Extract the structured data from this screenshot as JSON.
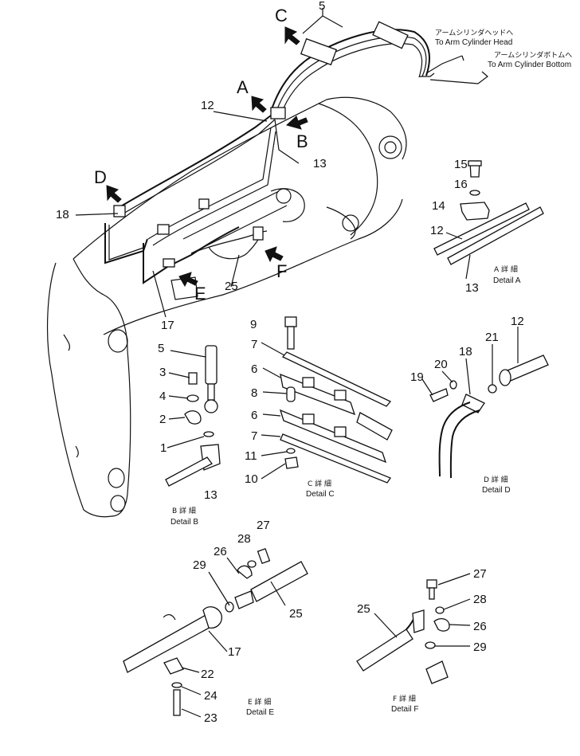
{
  "letters": {
    "A": "A",
    "B": "B",
    "C": "C",
    "D": "D",
    "E": "E",
    "F": "F"
  },
  "numbers": {
    "n1": "1",
    "n2": "2",
    "n3": "3",
    "n4": "4",
    "n5": "5",
    "n6": "6",
    "n7": "7",
    "n8": "8",
    "n9": "9",
    "n10": "10",
    "n11": "11",
    "n12": "12",
    "n13": "13",
    "n14": "14",
    "n15": "15",
    "n16": "16",
    "n17": "17",
    "n18": "18",
    "n19": "19",
    "n20": "20",
    "n21": "21",
    "n22": "22",
    "n23": "23",
    "n24": "24",
    "n25": "25",
    "n26": "26",
    "n27": "27",
    "n28": "28",
    "n29": "29"
  },
  "callouts": {
    "head_jp": "アームシリンダヘッドへ",
    "head_en": "To Arm Cylinder Head",
    "bottom_jp": "アームシリンダボトムへ",
    "bottom_en": "To Arm Cylinder Bottom"
  },
  "details": {
    "a_jp": "A 詳 細",
    "a_en": "Detail A",
    "b_jp": "B 詳 細",
    "b_en": "Detail B",
    "c_jp": "C 詳 細",
    "c_en": "Detail C",
    "d_jp": "D 詳 細",
    "d_en": "Detail D",
    "e_jp": "E 詳 細",
    "e_en": "Detail E",
    "f_jp": "F 詳 細",
    "f_en": "Detail F"
  }
}
